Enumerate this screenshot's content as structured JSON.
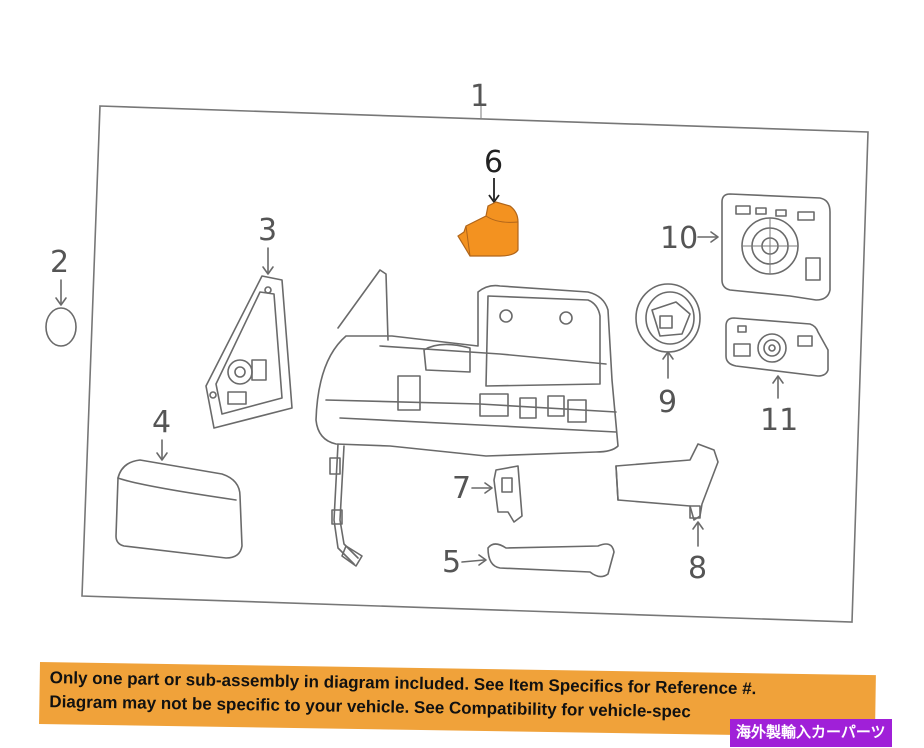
{
  "callouts": {
    "c1": "1",
    "c2": "2",
    "c3": "3",
    "c4": "4",
    "c5": "5",
    "c6": "6",
    "c7": "7",
    "c8": "8",
    "c9": "9",
    "c10": "10",
    "c11": "11"
  },
  "highlighted_part": "6",
  "disclaimer": {
    "line1": "Only one part or sub-assembly in diagram included. See Item Specifics for Reference #.",
    "line2": "Diagram may not be specific to your vehicle. See Compatibility for vehicle-spec"
  },
  "seller_tag": "海外製輸入カーパーツ",
  "colors": {
    "highlight": "#f39220",
    "banner": "#f0a23a",
    "seller_tag": "#a020d8",
    "line": "#6a6a6a"
  }
}
